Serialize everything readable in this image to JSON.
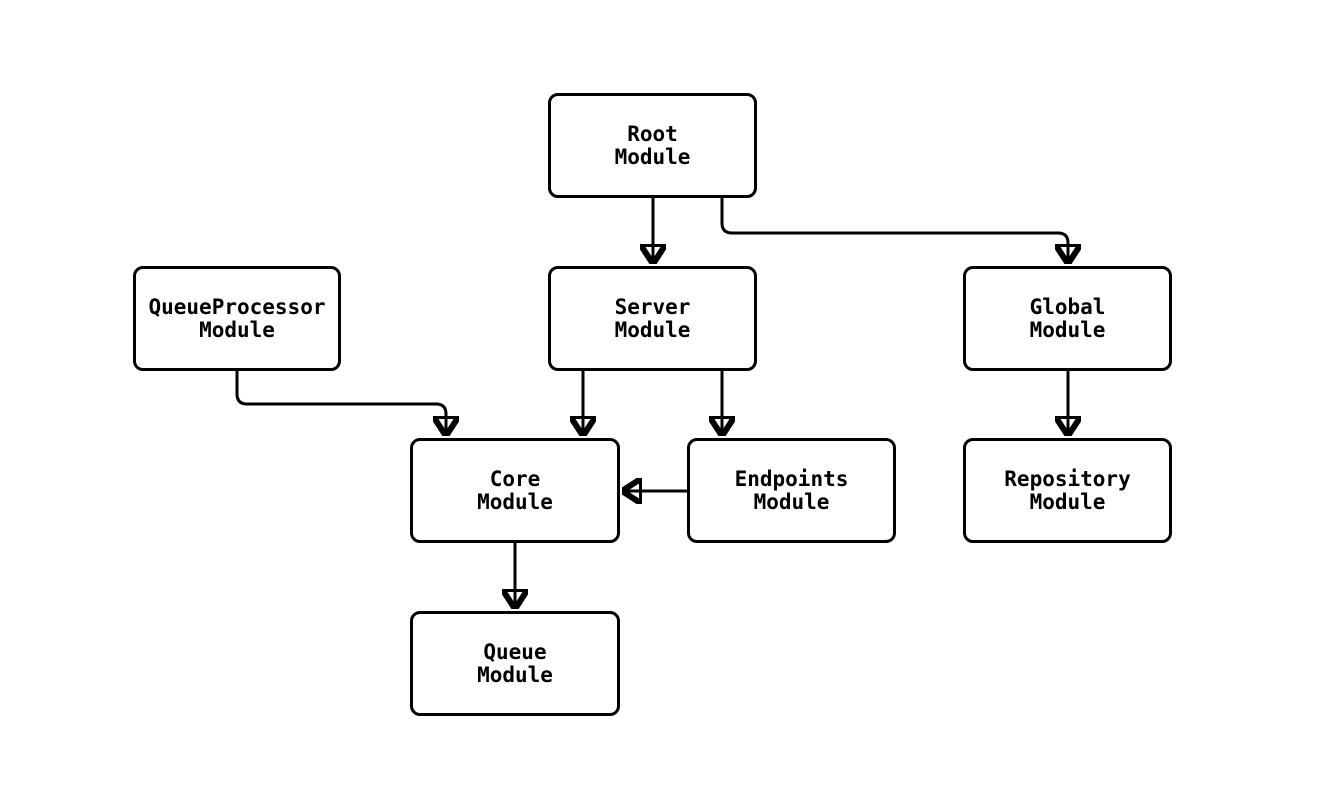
{
  "diagram": {
    "type": "flowchart",
    "background_color": "#ffffff",
    "node_fill_color": "#ffffff",
    "node_border_color": "#000000",
    "edge_color": "#000000",
    "text_color": "#000000",
    "nodes": [
      {
        "id": "root",
        "label": "Root\nModule"
      },
      {
        "id": "queueprocessor",
        "label": "QueueProcessor\nModule"
      },
      {
        "id": "server",
        "label": "Server\nModule"
      },
      {
        "id": "global",
        "label": "Global\nModule"
      },
      {
        "id": "core",
        "label": "Core\nModule"
      },
      {
        "id": "endpoints",
        "label": "Endpoints\nModule"
      },
      {
        "id": "repository",
        "label": "Repository\nModule"
      },
      {
        "id": "queue",
        "label": "Queue\nModule"
      }
    ],
    "edges": [
      {
        "from": "Root Module",
        "to": "Server Module"
      },
      {
        "from": "Root Module",
        "to": "Global Module"
      },
      {
        "from": "QueueProcessor Module",
        "to": "Core Module"
      },
      {
        "from": "Server Module",
        "to": "Core Module"
      },
      {
        "from": "Server Module",
        "to": "Endpoints Module"
      },
      {
        "from": "Endpoints Module",
        "to": "Core Module"
      },
      {
        "from": "Core Module",
        "to": "Queue Module"
      },
      {
        "from": "Global Module",
        "to": "Repository Module"
      }
    ]
  }
}
